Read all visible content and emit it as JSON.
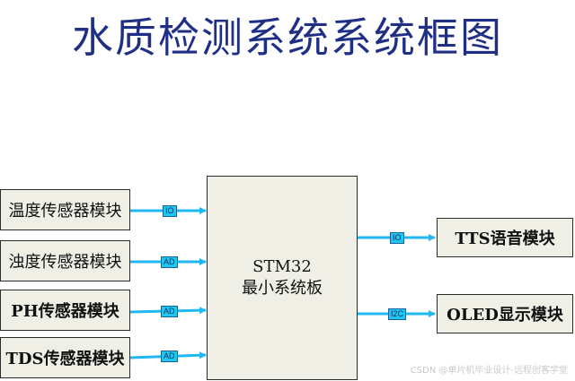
{
  "title": "水质检测系统系统框图",
  "inputs": [
    {
      "label": "温度传感器模块",
      "bus": "IO"
    },
    {
      "label": "浊度传感器模块",
      "bus": "AD"
    },
    {
      "label": "PH传感器模块",
      "bus": "AD"
    },
    {
      "label": "TDS传感器模块",
      "bus": "AD"
    }
  ],
  "mcu": {
    "line1": "STM32",
    "line2": "最小系统板"
  },
  "outputs": [
    {
      "label": "TTS语音模块",
      "bus": "IO"
    },
    {
      "label": "OLED显示模块",
      "bus": "I2C"
    }
  ],
  "colors": {
    "title": "#1f2f86",
    "arrow": "#1fb8f2",
    "box_fill": "#efefe6"
  },
  "watermark": "CSDN @单片机毕业设计-远程创客学堂"
}
